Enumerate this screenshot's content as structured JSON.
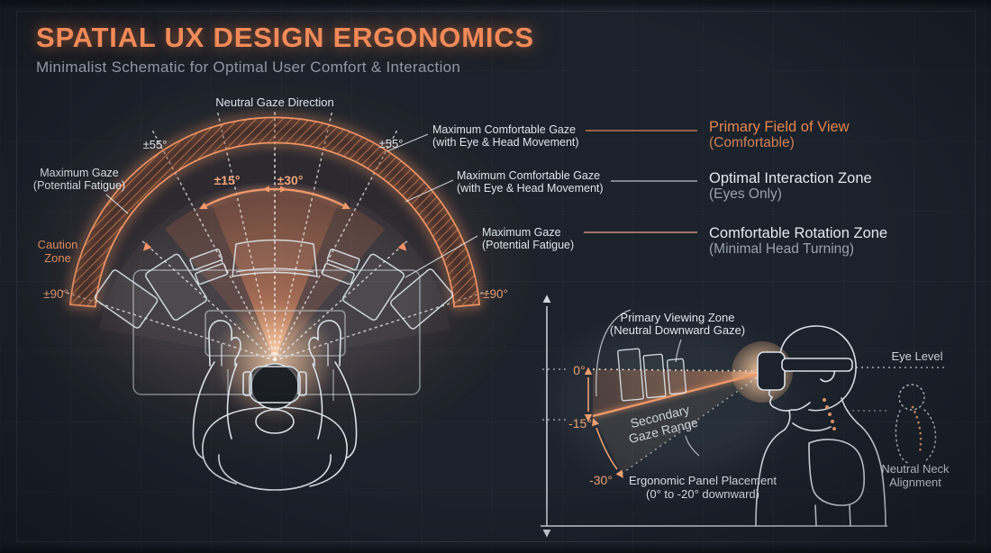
{
  "header": {
    "title": "SPATIAL UX DESIGN ERGONOMICS",
    "subtitle": "Minimalist Schematic for Optimal User Comfort & Interaction"
  },
  "colors": {
    "background": "#1b222b",
    "accent_orange": "#ee8d5e",
    "bright_orange": "#f6a478",
    "text_light": "#dde4ea",
    "text_gray": "#8e98a3"
  },
  "topdown": {
    "neutral_gaze_label": "Neutral Gaze Direction",
    "angle_inner_left": "±15°",
    "angle_inner_right": "±30°",
    "angle_mid_left": "±55°",
    "angle_mid_right": "±55°",
    "angle_outer_left": "±90°",
    "angle_outer_right": "±90°",
    "max_gaze_left": {
      "line1": "Maximum Gaze",
      "line2": "(Potential Fatigue)"
    },
    "caution": {
      "line1": "Caution",
      "line2": "Zone"
    },
    "callout_top": {
      "line1": "Maximum Comfortable Gaze",
      "line2": "(with Eye & Head Movement)"
    },
    "callout_mid": {
      "line1": "Maximum Comfortable Gaze",
      "line2": "(with Eye & Head Movement)"
    },
    "callout_bottom": {
      "line1": "Maximum Gaze",
      "line2": "(Potential Fatigue)"
    }
  },
  "legend": {
    "items": [
      {
        "title": "Primary Field of View",
        "subtitle": "(Comfortable)"
      },
      {
        "title": "Optimal Interaction Zone",
        "subtitle": "(Eyes Only)"
      },
      {
        "title": "Comfortable Rotation Zone",
        "subtitle": "(Minimal Head Turning)"
      }
    ]
  },
  "sideview": {
    "primary_zone": {
      "line1": "Primary Viewing Zone",
      "line2": "(Neutral Downward Gaze)"
    },
    "eye_level_label": "Eye Level",
    "angle_0": "0°",
    "angle_neg15": "-15°",
    "angle_neg30": "-30°",
    "secondary": {
      "line1": "Secondary",
      "line2": "Gaze Range"
    },
    "panel_placement": {
      "line1": "Ergonomic Panel Placement",
      "line2": "(0° to -20° downward)"
    },
    "neck": {
      "line1": "Neutral Neck",
      "line2": "Alignment"
    }
  }
}
